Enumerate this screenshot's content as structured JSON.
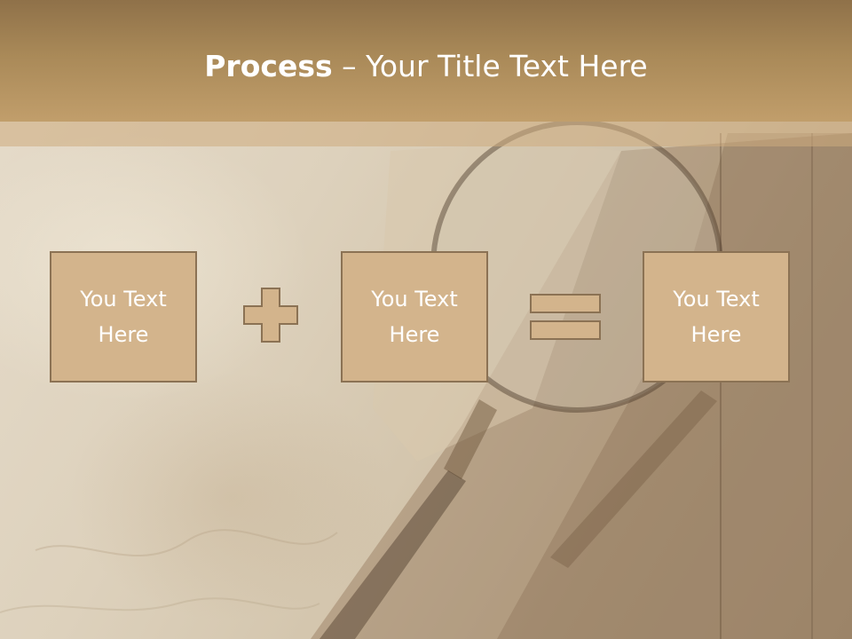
{
  "slide": {
    "title_bold": "Process",
    "title_rest": " – Your Title Text Here",
    "boxes": [
      {
        "label": "You Text Here"
      },
      {
        "label": "You Text Here"
      },
      {
        "label": "You Text Here"
      }
    ],
    "operators": {
      "first": "plus-icon",
      "second": "equals-icon"
    }
  },
  "colors": {
    "header": "#a98958",
    "box_fill": "#d3b48c",
    "box_border": "#8b7254",
    "text": "#ffffff"
  }
}
